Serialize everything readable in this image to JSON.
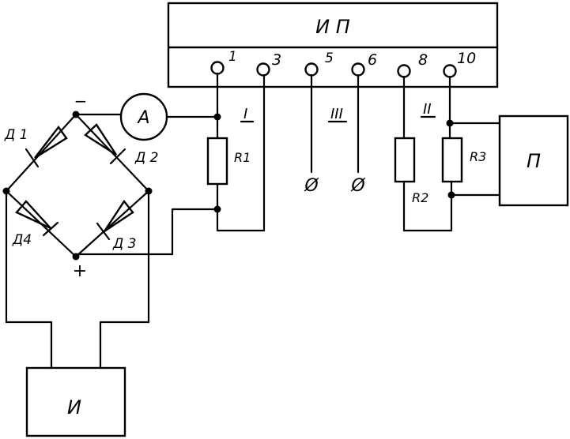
{
  "power_unit": {
    "title": "И П",
    "terminals": [
      "1",
      "3",
      "5",
      "6",
      "8",
      "10"
    ]
  },
  "sections": {
    "one": "I",
    "two": "II",
    "three": "III"
  },
  "ammeter": {
    "label": "A"
  },
  "bridge": {
    "polarity_minus": "−",
    "polarity_plus": "+",
    "diodes": [
      "Д 1",
      "Д 2",
      "Д 3",
      "Д4"
    ]
  },
  "resistors": {
    "r1": "R1",
    "r2": "R2",
    "r3": "R3"
  },
  "source_block": {
    "label": "И"
  },
  "device_block": {
    "label": "П"
  },
  "open_terminal_symbol": "Ø"
}
